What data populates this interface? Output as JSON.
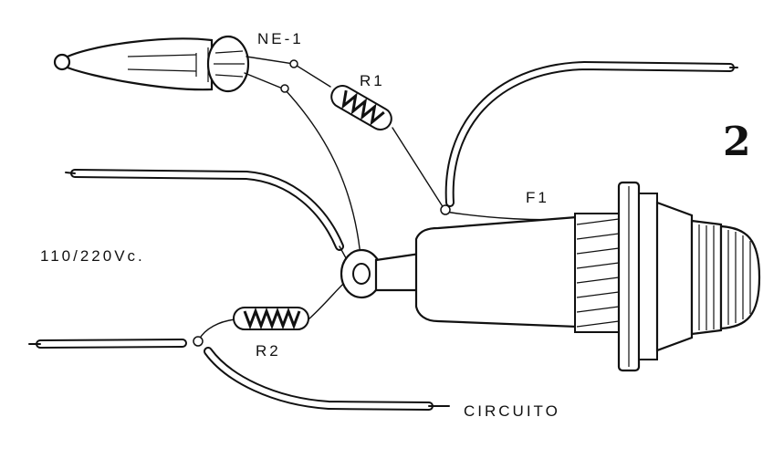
{
  "figure_number": "2",
  "labels": {
    "neon_lamp": "NE-1",
    "resistor_1": "R1",
    "resistor_2": "R2",
    "fuse": "F1",
    "voltage": "110/220Vc.",
    "circuit": "CIRCUITO"
  }
}
